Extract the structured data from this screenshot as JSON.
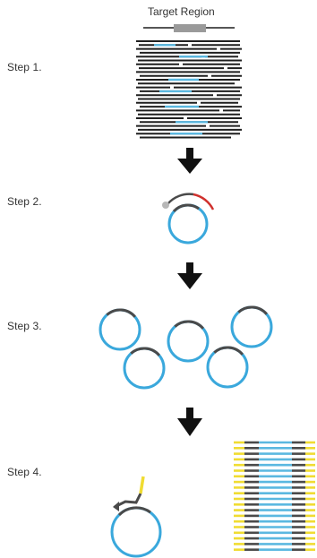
{
  "target_label": "Target Region",
  "steps": [
    {
      "label": "Step 1."
    },
    {
      "label": "Step 2."
    },
    {
      "label": "Step 3."
    },
    {
      "label": "Step 4."
    }
  ],
  "colors": {
    "dna_strand": "#1f1f1f",
    "target_segment": "#5bb8e0",
    "target_bar": "#9a9a9a",
    "circle": "#3aa8dc",
    "probe_red": "#d0312d",
    "probe_dark": "#4a4a4a",
    "adapter_yellow": "#f0dc32",
    "arrow": "#111111"
  },
  "icons": [
    "down-arrow-icon",
    "circle-icon"
  ]
}
